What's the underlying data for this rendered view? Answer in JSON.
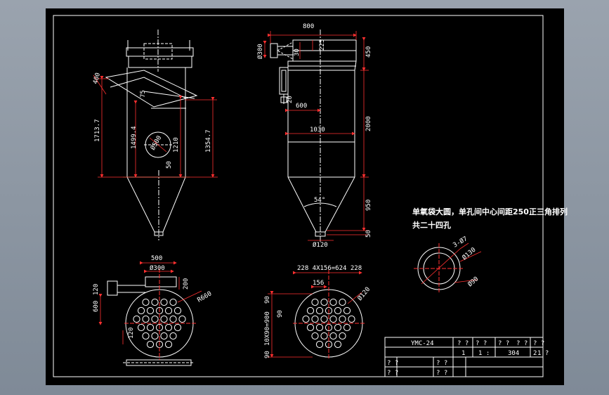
{
  "drawing": {
    "note_line1": "单氧袋大圆，单孔间中心间距250正三角排列",
    "note_line2": "共二十四孔",
    "front_view": {
      "dim_inlet": "400",
      "dim_total_left": "1713.7",
      "dim_mid": "1499.4",
      "dim_body": "1354.7",
      "dim_side": "1210",
      "dim_hole": "Ø500",
      "dim_small": "50",
      "dim_top": "75"
    },
    "side_view": {
      "dim_width": "800",
      "dim_outlet": "Ø300",
      "dim_flange": "30",
      "dim_cap": "225",
      "dim_top_height": "450",
      "dim_offset": "600",
      "dim_diameter": "1030",
      "dim_body_height": "2000",
      "dim_cone_height": "950",
      "dim_angle": "54°",
      "dim_bottom": "Ø120",
      "dim_base": "50",
      "dim_small_side": "20"
    },
    "top_view_left": {
      "dim_500": "500",
      "dim_300": "Ø300",
      "dim_120": "120",
      "dim_600": "600",
      "dim_200": "200",
      "dim_r660": "R660",
      "dim_120b": "120"
    },
    "top_view_right": {
      "dim_pitch": "228 4X156=624 228",
      "dim_156": "156",
      "dim_phi120": "Ø120",
      "dim_90a": "90",
      "dim_90b": "90",
      "dim_rows": "10X90=900",
      "dim_90c": "90"
    },
    "detail": {
      "dim_holes": "3-Ø7",
      "dim_d130": "Ø130",
      "dim_d90": "Ø90"
    },
    "title_block": {
      "drawing_no": "YMC-24",
      "r1c2": "? ?",
      "r1c3": "? ?",
      "r1c4": "? ?",
      "r1c5": "? ?",
      "r1c6": "? ?",
      "r2c1": "1",
      "r2c2": "1 :",
      "r2c3": "304",
      "r2c4": "2",
      "r2c5": "1 ?",
      "r3c1": "? ?",
      "r3c2": "? ?",
      "r4c1": "? ?",
      "r4c2": "? ?"
    }
  }
}
